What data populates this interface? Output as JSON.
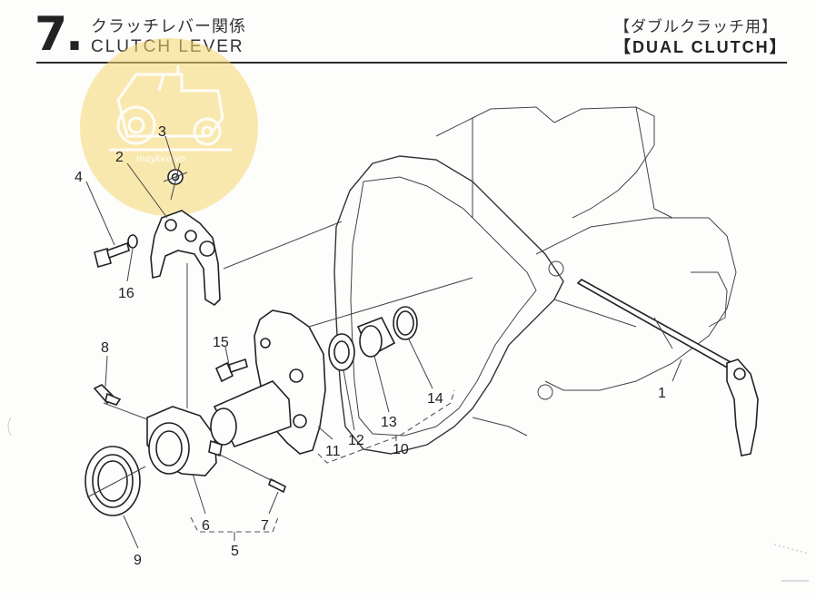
{
  "header": {
    "section_number": "7.",
    "title_jp": "クラッチレバー関係",
    "title_en": "CLUTCH LEVER",
    "variant_jp": "【ダブルクラッチ用】",
    "variant_en": "【DUAL CLUTCH】"
  },
  "watermark": {
    "icon": "tractor-logo-icon",
    "text": "maykeo.vn",
    "color": "#f5d76e"
  },
  "callouts": [
    "1",
    "2",
    "3",
    "4",
    "5",
    "6",
    "7",
    "8",
    "9",
    "10",
    "11",
    "12",
    "13",
    "14",
    "15",
    "16"
  ]
}
